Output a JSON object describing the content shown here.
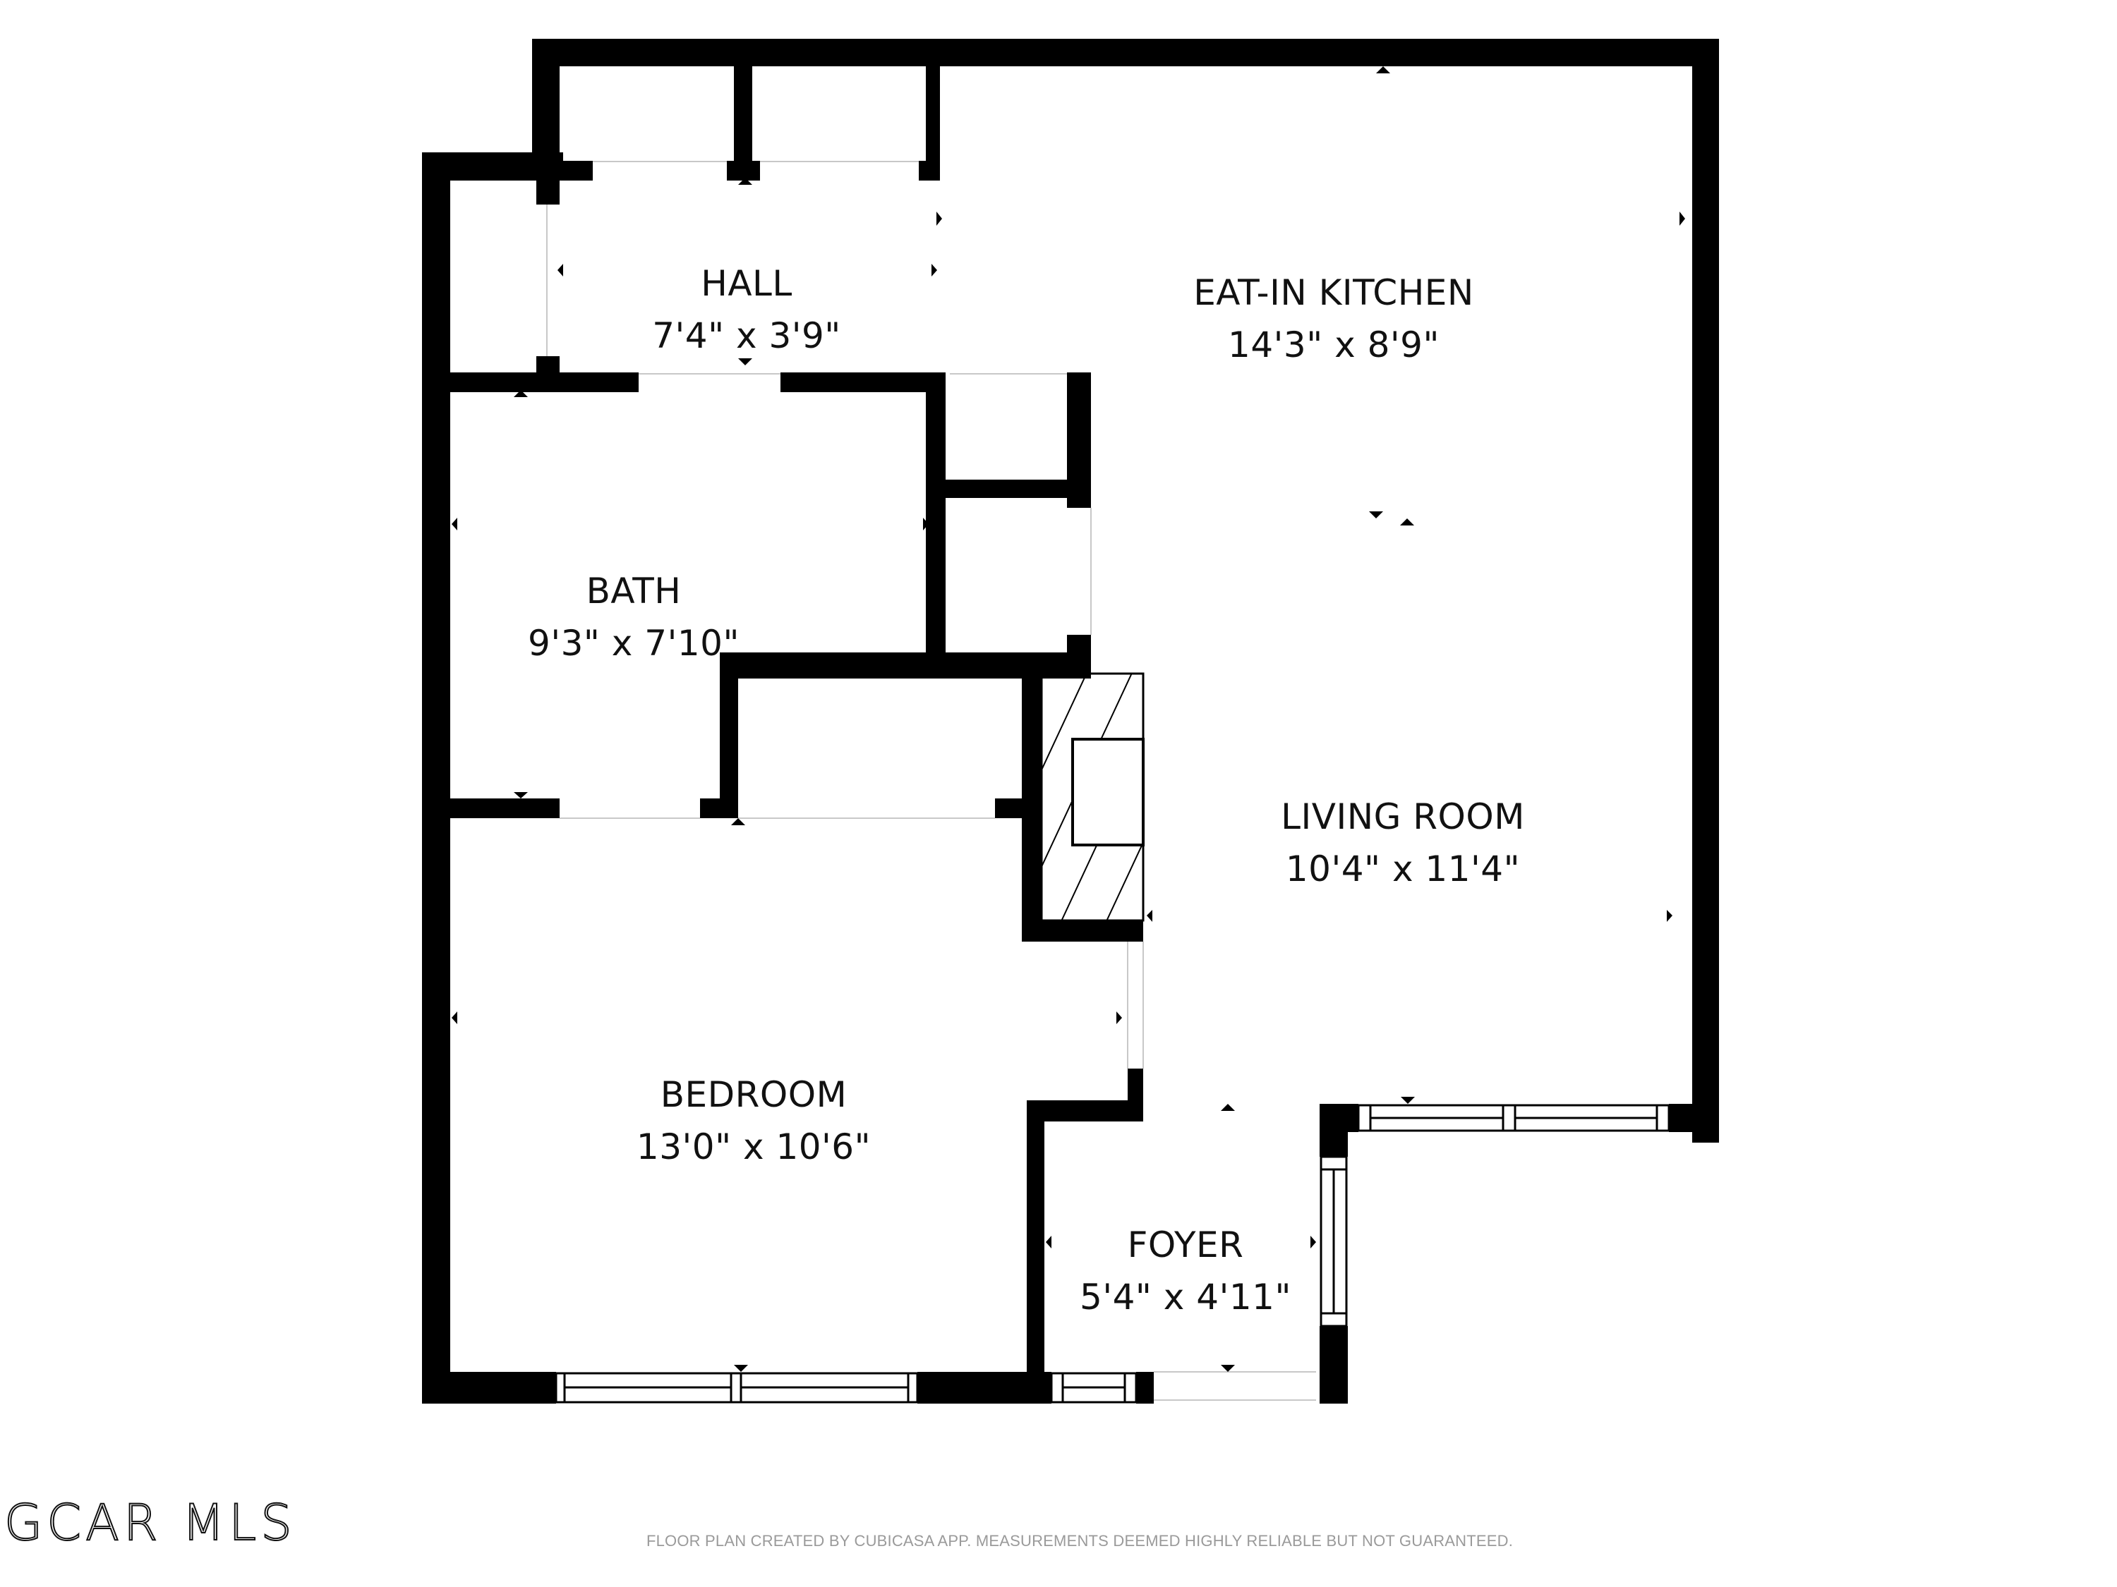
{
  "rooms": [
    {
      "name": "HALL",
      "dimensions": "7'4\" x 3'9\""
    },
    {
      "name": "EAT-IN KITCHEN",
      "dimensions": "14'3\" x 8'9\""
    },
    {
      "name": "BATH",
      "dimensions": "9'3\" x 7'10\""
    },
    {
      "name": "LIVING ROOM",
      "dimensions": "10'4\" x 11'4\""
    },
    {
      "name": "BEDROOM",
      "dimensions": "13'0\" x 10'6\""
    },
    {
      "name": "FOYER",
      "dimensions": "5'4\" x 4'11\""
    }
  ],
  "footer": {
    "watermark": "GCAR MLS",
    "disclaimer": "FLOOR PLAN CREATED BY CUBICASA APP. MEASUREMENTS DEEMED HIGHLY RELIABLE BUT NOT GUARANTEED."
  },
  "colors": {
    "wall": "#000000",
    "background": "#ffffff",
    "disclaimer_text": "#9a9a9a",
    "opening_line": "#c8c8c8"
  }
}
